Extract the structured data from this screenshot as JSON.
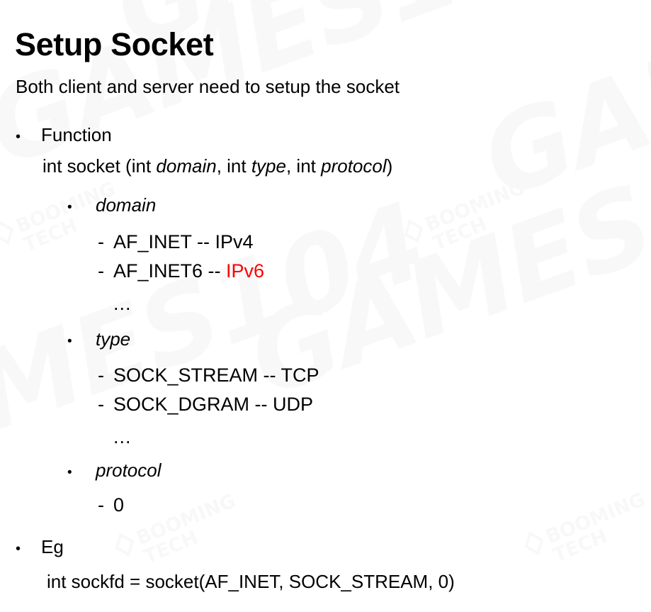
{
  "slide": {
    "title": "Setup Socket",
    "lead": "Both client and server need to setup the socket",
    "accent_color": "#ff0000",
    "text_color": "#000000",
    "background_color": "#ffffff",
    "watermark_color": "#f8f8f8"
  },
  "bullets": {
    "function": {
      "label": "Function",
      "signature_prefix": "int socket (int ",
      "param1": "domain",
      "sep1": ", int ",
      "param2": "type",
      "sep2": ", int ",
      "param3": "protocol",
      "signature_suffix": ")"
    },
    "example": {
      "label": "Eg",
      "code": "int sockfd = socket(AF_INET, SOCK_STREAM, 0)"
    }
  },
  "params": [
    {
      "name": "domain",
      "values": [
        {
          "text": "AF_INET -- IPv4",
          "prefix": "AF_INET -- ",
          "value": "IPv4",
          "highlight": false
        },
        {
          "text": "AF_INET6 -- IPv6",
          "prefix": "AF_INET6 -- ",
          "value": "IPv6",
          "highlight": true
        }
      ],
      "more": "..."
    },
    {
      "name": "type",
      "values": [
        {
          "text": "SOCK_STREAM -- TCP",
          "prefix": "SOCK_STREAM -- ",
          "value": "TCP",
          "highlight": false
        },
        {
          "text": "SOCK_DGRAM -- UDP",
          "prefix": "SOCK_DGRAM -- ",
          "value": "UDP",
          "highlight": false
        }
      ],
      "more": "..."
    },
    {
      "name": "protocol",
      "values": [
        {
          "text": "0",
          "prefix": "",
          "value": "0",
          "highlight": false
        }
      ],
      "more": ""
    }
  ],
  "glyphs": {
    "bullet": "•",
    "dash": "-"
  },
  "watermarks": {
    "brand": "GAMES104",
    "company_line1": "BOOMING",
    "company_line2": "TECH"
  }
}
